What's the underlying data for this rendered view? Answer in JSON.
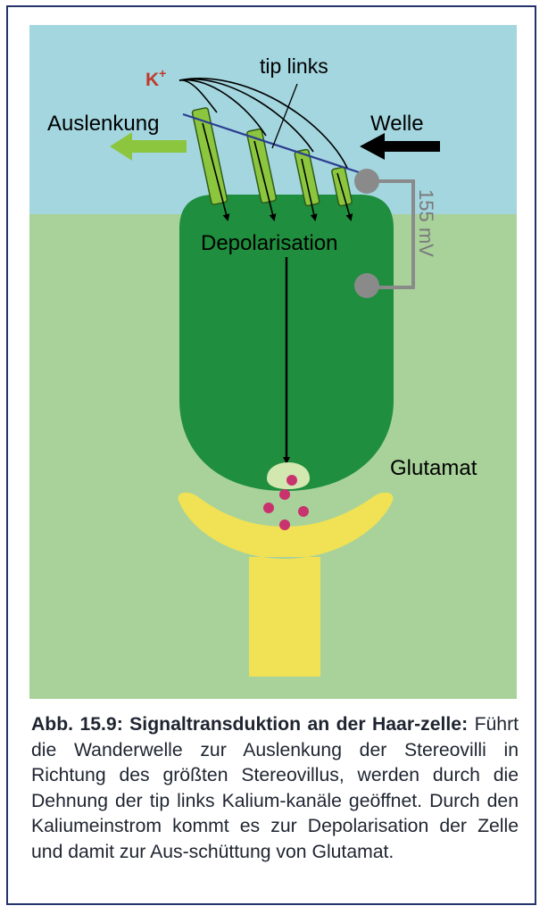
{
  "figure": {
    "labels": {
      "ion": "K",
      "ion_charge": "+",
      "tip_links": "tip links",
      "deflection": "Auslenkung",
      "wave": "Welle",
      "voltage": "155 mV",
      "depolarisation": "Depolarisation",
      "glutamate": "Glutamat"
    },
    "colors": {
      "endolymph_bg": "#a3d6df",
      "perilymph_bg": "#a8d29a",
      "hair_cell": "#1f8e3e",
      "stereovilli": "#8cc63f",
      "afferent_terminal": "#f1e154",
      "glutamate_vesicle": "#c8336e",
      "vesicle_membrane": "#d3e8b0",
      "deflection_arrow": "#8cc63f",
      "wave_arrow": "#000000",
      "electrode": "#8a8a8a",
      "ion_label": "#c0392b",
      "tip_link_line": "#2c3e91"
    }
  },
  "caption": {
    "bold": "Abb. 15.9: Signaltransduktion an der Haar-zelle:",
    "text": "Führt die Wanderwelle zur Auslenkung der Stereovilli in Richtung des größten Stereovillus, werden durch die Dehnung der tip links Kalium-kanäle geöffnet. Durch den Kaliumeinstrom kommt es zur Depolarisation der Zelle und damit zur Aus-schüttung von Glutamat."
  }
}
